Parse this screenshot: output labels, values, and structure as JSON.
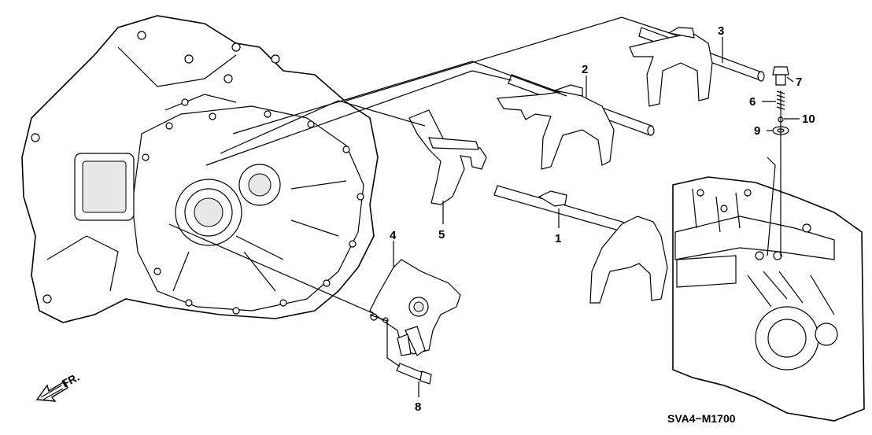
{
  "diagram": {
    "callouts": [
      "1",
      "2",
      "3",
      "4",
      "5",
      "6",
      "7",
      "8",
      "9",
      "10"
    ],
    "part_code": "SVA4−M1700",
    "direction_label": "FR."
  }
}
